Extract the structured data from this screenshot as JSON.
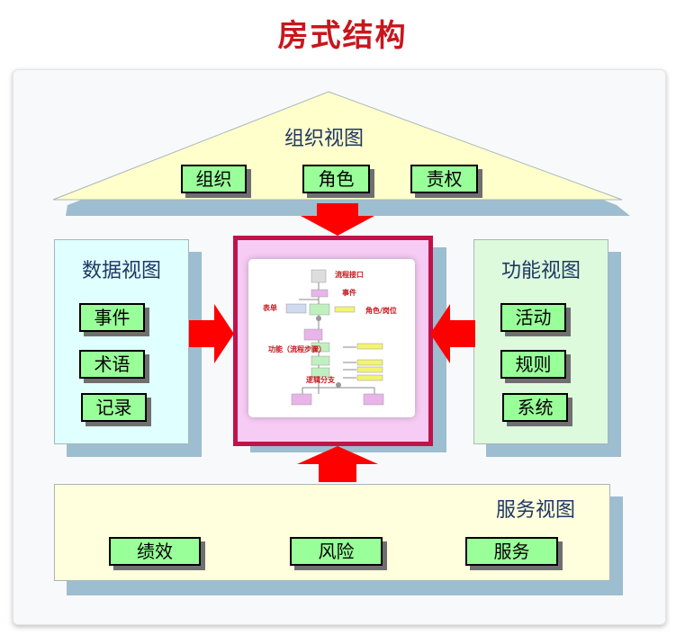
{
  "title": "房式结构",
  "roof": {
    "label": "组织视图",
    "items": [
      "组织",
      "角色",
      "责权"
    ]
  },
  "left": {
    "label": "数据视图",
    "items": [
      "事件",
      "术语",
      "记录"
    ]
  },
  "right": {
    "label": "功能视图",
    "items": [
      "活动",
      "规则",
      "系统"
    ]
  },
  "base": {
    "label": "服务视图",
    "items": [
      "绩效",
      "风险",
      "服务"
    ]
  },
  "center_labels": {
    "interface": "流程接口",
    "event": "事件",
    "form": "表单",
    "role": "角色/岗位",
    "function": "功能（流程步骤）",
    "branch": "逻辑分支"
  },
  "colors": {
    "title": "#c8161d",
    "arrow": "#ff0000",
    "button": "#99ff99",
    "center_border": "#c0134a"
  }
}
